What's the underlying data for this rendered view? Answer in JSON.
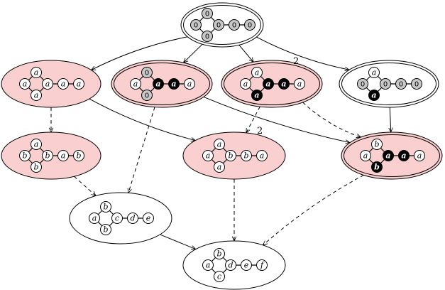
{
  "colors": {
    "pink": "#f9cfcf",
    "white": "#ffffff",
    "gray": "#c8c8c8",
    "black": "#000000",
    "stroke": "#000000"
  },
  "graphs": {
    "g0": {
      "fill": "white",
      "double": true,
      "nodes": [
        {
          "id": "t",
          "label": "0",
          "style": "gray"
        },
        {
          "id": "l",
          "label": "0",
          "style": "gray"
        },
        {
          "id": "b",
          "label": "0",
          "style": "gray"
        },
        {
          "id": "r",
          "label": "0",
          "style": "gray"
        },
        {
          "id": "e1",
          "label": "0",
          "style": "gray"
        },
        {
          "id": "e2",
          "label": "0",
          "style": "gray"
        }
      ]
    },
    "g1": {
      "fill": "pink",
      "double": false,
      "nodes": [
        {
          "id": "t",
          "label": "a",
          "style": "white"
        },
        {
          "id": "l",
          "label": "a",
          "style": "white"
        },
        {
          "id": "b",
          "label": "a",
          "style": "white"
        },
        {
          "id": "r",
          "label": "a",
          "style": "white"
        },
        {
          "id": "e1",
          "label": "a",
          "style": "white"
        },
        {
          "id": "e2",
          "label": "a",
          "style": "white"
        }
      ]
    },
    "g2": {
      "fill": "pink",
      "double": true,
      "nodes": [
        {
          "id": "t",
          "label": "0",
          "style": "gray"
        },
        {
          "id": "l",
          "label": "a",
          "style": "white"
        },
        {
          "id": "b",
          "label": "0",
          "style": "gray"
        },
        {
          "id": "r",
          "label": "a",
          "style": "black"
        },
        {
          "id": "e1",
          "label": "a",
          "style": "black"
        },
        {
          "id": "e2",
          "label": "a",
          "style": "white"
        }
      ]
    },
    "g3": {
      "fill": "pink",
      "double": true,
      "nodes": [
        {
          "id": "t",
          "label": "a",
          "style": "white"
        },
        {
          "id": "l",
          "label": "a",
          "style": "white"
        },
        {
          "id": "b",
          "label": "a",
          "style": "black"
        },
        {
          "id": "r",
          "label": "a",
          "style": "black"
        },
        {
          "id": "e1",
          "label": "a",
          "style": "black"
        },
        {
          "id": "e2",
          "label": "a",
          "style": "white"
        }
      ]
    },
    "g4": {
      "fill": "white",
      "double": true,
      "nodes": [
        {
          "id": "t",
          "label": "a",
          "style": "white"
        },
        {
          "id": "l",
          "label": "0",
          "style": "gray"
        },
        {
          "id": "b",
          "label": "a",
          "style": "black"
        },
        {
          "id": "r",
          "label": "0",
          "style": "gray"
        },
        {
          "id": "e1",
          "label": "0",
          "style": "gray"
        },
        {
          "id": "e2",
          "label": "0",
          "style": "gray"
        }
      ]
    },
    "g5": {
      "fill": "pink",
      "double": false,
      "nodes": [
        {
          "id": "t",
          "label": "a",
          "style": "white"
        },
        {
          "id": "l",
          "label": "b",
          "style": "white"
        },
        {
          "id": "b",
          "label": "b",
          "style": "white"
        },
        {
          "id": "r",
          "label": "b",
          "style": "white"
        },
        {
          "id": "e1",
          "label": "a",
          "style": "white"
        },
        {
          "id": "e2",
          "label": "b",
          "style": "white"
        }
      ]
    },
    "g6": {
      "fill": "pink",
      "double": false,
      "nodes": [
        {
          "id": "t",
          "label": "a",
          "style": "white"
        },
        {
          "id": "l",
          "label": "a",
          "style": "white"
        },
        {
          "id": "b",
          "label": "a",
          "style": "white"
        },
        {
          "id": "r",
          "label": "b",
          "style": "white"
        },
        {
          "id": "e1",
          "label": "b",
          "style": "white"
        },
        {
          "id": "e2",
          "label": "a",
          "style": "white"
        }
      ]
    },
    "g7": {
      "fill": "pink",
      "double": true,
      "nodes": [
        {
          "id": "t",
          "label": "b",
          "style": "white"
        },
        {
          "id": "l",
          "label": "a",
          "style": "white"
        },
        {
          "id": "b",
          "label": "b",
          "style": "black"
        },
        {
          "id": "r",
          "label": "a",
          "style": "black"
        },
        {
          "id": "e1",
          "label": "a",
          "style": "black"
        },
        {
          "id": "e2",
          "label": "a",
          "style": "white"
        }
      ]
    },
    "g8": {
      "fill": "white",
      "double": false,
      "nodes": [
        {
          "id": "t",
          "label": "b",
          "style": "white"
        },
        {
          "id": "l",
          "label": "a",
          "style": "white"
        },
        {
          "id": "b",
          "label": "b",
          "style": "white"
        },
        {
          "id": "r",
          "label": "c",
          "style": "white"
        },
        {
          "id": "e1",
          "label": "d",
          "style": "white"
        },
        {
          "id": "e2",
          "label": "e",
          "style": "white"
        }
      ]
    },
    "g9": {
      "fill": "white",
      "double": false,
      "nodes": [
        {
          "id": "t",
          "label": "b",
          "style": "white"
        },
        {
          "id": "l",
          "label": "a",
          "style": "white"
        },
        {
          "id": "b",
          "label": "c",
          "style": "white"
        },
        {
          "id": "r",
          "label": "d",
          "style": "white"
        },
        {
          "id": "e1",
          "label": "e",
          "style": "white"
        },
        {
          "id": "e2",
          "label": "f",
          "style": "white"
        }
      ]
    }
  },
  "arrows": [
    {
      "from": "g0",
      "to": "g1",
      "style": "solid"
    },
    {
      "from": "g0",
      "to": "g2",
      "style": "solid"
    },
    {
      "from": "g0",
      "to": "g3",
      "style": "solid"
    },
    {
      "from": "g0",
      "to": "g4",
      "style": "solid"
    },
    {
      "from": "g1",
      "to": "g5",
      "style": "dashed"
    },
    {
      "from": "g1",
      "to": "g6",
      "style": "solid"
    },
    {
      "from": "g2",
      "to": "g8",
      "style": "dashed"
    },
    {
      "from": "g2",
      "to": "g7",
      "style": "solid"
    },
    {
      "from": "g3",
      "to": "g6",
      "style": "dashed"
    },
    {
      "from": "g3",
      "to": "g7",
      "style": "dashed"
    },
    {
      "from": "g4",
      "to": "g7",
      "style": "solid"
    },
    {
      "from": "g5",
      "to": "g8",
      "style": "dashed"
    },
    {
      "from": "g6",
      "to": "g9",
      "style": "dashed"
    },
    {
      "from": "g7",
      "to": "g9",
      "style": "dashed"
    },
    {
      "from": "g8",
      "to": "g9",
      "style": "solid"
    }
  ],
  "multiplicities": [
    {
      "edge": "g0-g3",
      "label": "2"
    },
    {
      "edge": "g3-g6",
      "label": "2"
    }
  ]
}
